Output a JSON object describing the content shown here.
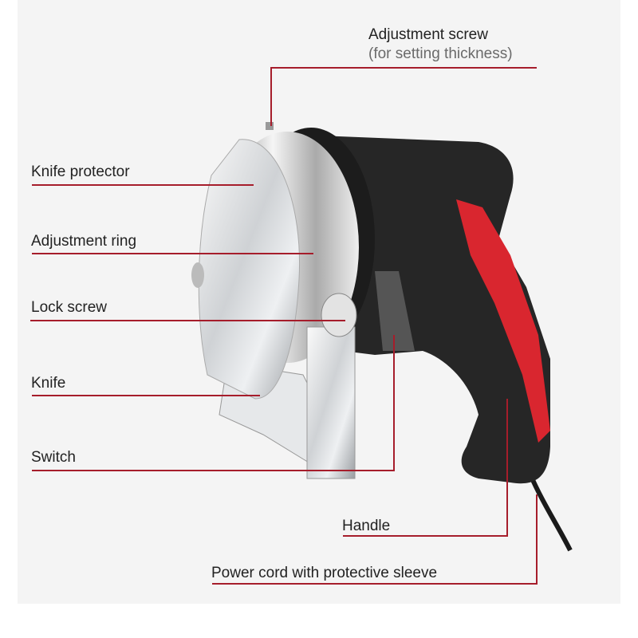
{
  "diagram": {
    "accent_color": "#a61d2b",
    "labels": {
      "adjustment_screw": "Adjustment screw",
      "adjustment_screw_note": "(for setting thickness)",
      "knife_protector": "Knife protector",
      "adjustment_ring": "Adjustment ring",
      "lock_screw": "Lock screw",
      "knife": "Knife",
      "switch": "Switch",
      "handle": "Handle",
      "power_cord": "Power cord with protective sleeve"
    }
  }
}
